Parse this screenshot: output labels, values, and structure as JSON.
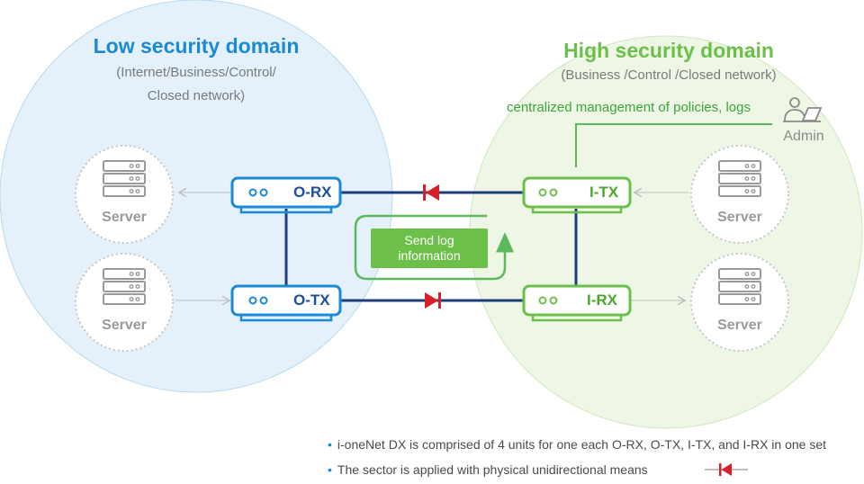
{
  "low_domain": {
    "title": "Low security domain",
    "subtitle_line1": "(Internet/Business/Control/",
    "subtitle_line2": "Closed network)"
  },
  "high_domain": {
    "title": "High security domain",
    "subtitle": "(Business /Control /Closed network)",
    "management_label": "centralized management of policies, logs",
    "admin_label": "Admin"
  },
  "servers": {
    "left_top": "Server",
    "left_bottom": "Server",
    "right_top": "Server",
    "right_bottom": "Server"
  },
  "units": {
    "o_rx": "O-RX",
    "o_tx": "O-TX",
    "i_tx": "I-TX",
    "i_rx": "I-RX"
  },
  "log_box": {
    "line1": "Send log",
    "line2": "information"
  },
  "notes": {
    "bullet": "•",
    "note1": "i-oneNet DX is comprised of 4 units for one each O-RX, O-TX, I-TX, and I-RX in one set",
    "note2": "The sector is applied with physical unidirectional means"
  },
  "colors": {
    "low_blue": "#1a8ad4",
    "high_green": "#6cc04a",
    "link_navy": "#1f3d7a",
    "diode_red": "#d9202a",
    "server_gray": "#9a9a9a"
  },
  "icons": {
    "server": "server-rack-icon",
    "admin": "admin-laptop-icon",
    "diode": "unidirectional-diode-icon",
    "unit_leds": "led-dots-icon"
  }
}
